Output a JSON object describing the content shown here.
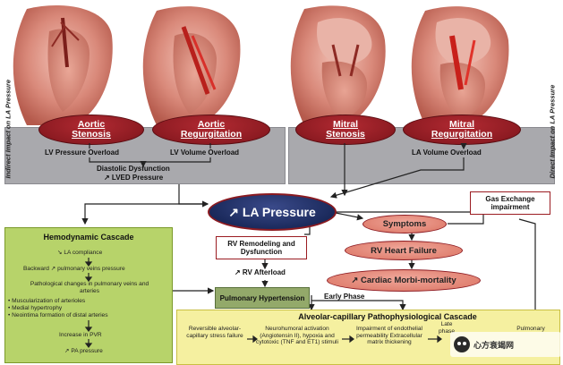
{
  "side_labels": {
    "indirect": "Indirect Impact on LA Pressure",
    "direct": "Direct Impact on LA Pressure"
  },
  "conditions": {
    "aortic_stenosis": "Aortic Stenosis",
    "aortic_regurgitation": "Aortic Regurgitation",
    "mitral_stenosis": "Mitral Stenosis",
    "mitral_regurgitation": "Mitral Regurgitation"
  },
  "overloads": {
    "lv_pressure": "LV Pressure Overload",
    "lv_volume": "LV Volume Overload",
    "la_volume": "LA Volume Overload"
  },
  "diastolic": {
    "line1": "Diastolic Dysfunction",
    "line2": "↗ LVED Pressure"
  },
  "la_pressure": "↗ LA Pressure",
  "gas_exchange": "Gas Exchange impairment",
  "symptoms": "Symptoms",
  "rv_heart_failure": "RV Heart Failure",
  "cardiac_morbi": "↗ Cardiac Morbi-mortality",
  "rv_remodeling": "RV Remodeling and Dysfunction",
  "rv_afterload": "↗ RV Afterload",
  "pulmonary_hypertension": "Pulmonary Hypertension",
  "early_phase": "Early Phase",
  "hemodynamic": {
    "title": "Hemodynamic Cascade",
    "items": [
      "↘ LA compliance",
      "Backward ↗ pulmonary veins pressure",
      "Pathological changes in pulmonary veins and arteries",
      "• Muscularization of arterioles",
      "• Medial hypertrophy",
      "• Neointima formation of distal arteries",
      "Increase in PVR",
      "↗ PA pressure"
    ]
  },
  "alveolar": {
    "title": "Alveolar-capillary Pathophysiological Cascade",
    "steps": [
      "Reversible alveolar-capillary stress failure",
      "Neurohumoral activation (Angiotensin II), hypoxia and cytotoxic (TNF and ET1) stimuli",
      "Impairment of endothelial permeability Extracellular matrix thickening",
      "Late phase",
      "Pulmonary"
    ]
  },
  "watermark": "心方衰竭网"
}
